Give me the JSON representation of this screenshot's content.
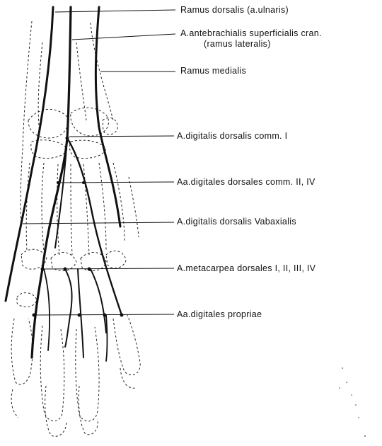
{
  "labels": [
    {
      "id": "ramus-dorsalis",
      "text": "Ramus dorsalis (a.ulnaris)"
    },
    {
      "id": "a-antebrachialis",
      "text": "A.antebrachialis superficialis cran."
    },
    {
      "id": "a-antebrachialis-sub",
      "text": "(ramus lateralis)"
    },
    {
      "id": "ramus-medialis",
      "text": "Ramus medialis"
    },
    {
      "id": "a-digitalis-comm-1",
      "text": "A.digitalis dorsalis comm. I"
    },
    {
      "id": "aa-digitales-comm",
      "text": "Aa.digitales dorsales comm. II, IV"
    },
    {
      "id": "a-digitalis-v",
      "text": "A.digitalis dorsalis Vabaxialis"
    },
    {
      "id": "a-metacarpea",
      "text": "A.metacarpea dorsales I, II, III, IV"
    },
    {
      "id": "aa-digitales-propriae",
      "text": "Aa.digitales propriae"
    }
  ],
  "colors": {
    "ink": "#111111",
    "background": "#ffffff"
  }
}
